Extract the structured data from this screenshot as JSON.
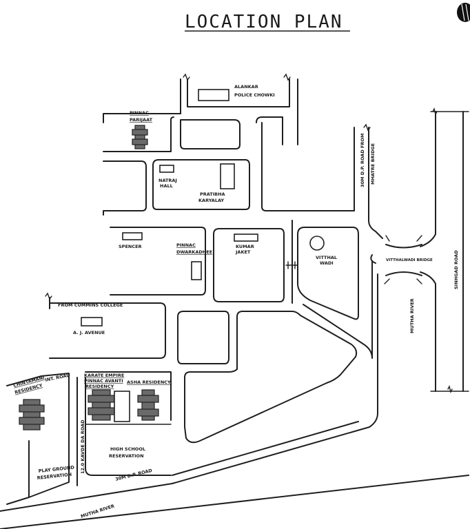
{
  "title": "LOCATION PLAN",
  "labels": {
    "alankar": "ALANKAR",
    "police_chowki": "POLICE CHOWKI",
    "pinnac_parijaat_1": "PINNAC",
    "pinnac_parijaat_2": "PARIJAAT",
    "natraj_hall_1": "NATRAJ",
    "natraj_hall_2": "HALL",
    "pratibha_1": "PRATIBHA",
    "pratibha_2": "KARYALAY",
    "spencer": "SPENCER",
    "pinnac_dwarka_1": "PINNAC",
    "pinnac_dwarka_2": "DWARKADHEE",
    "kumar_1": "KUMAR",
    "kumar_2": "JAKET",
    "vitthal_1": "VITTHAL",
    "vitthal_2": "WADI",
    "dp_road_1": "30M D.P. ROAD FROM",
    "dp_road_2": "MHATRE BRIDGE",
    "sinhgad_road": "SINHGAD ROAD",
    "vitthal_bridge": "VITTHALWADI BRIDGE",
    "mutha_river_right": "MUTHA RIVER",
    "from_cummins": "FROM CUMMINS COLLEGE",
    "aj_avenue": "A. J. AVENUE",
    "karate_1": "KARATE EMPIRE",
    "karate_2": "PINNAC AVANTI",
    "karate_3": "RESIDENCY",
    "asha_residency": "ASHA RESIDENCY",
    "chintamani_1": "CHINTAMANI",
    "chintamani_2": "RESIDENCY",
    "int_road": "INT. ROAD",
    "kavde_road": "12.0 KAVDE DA ROAD",
    "high_school_1": "HIGH SCHOOL",
    "high_school_2": "RESERVATION",
    "play_ground_1": "PLAY GROUND",
    "play_ground_2": "RESERVATION",
    "dp_road_bottom": "30M D.P. ROAD",
    "mutha_river_bottom": "MUTHA RIVER"
  }
}
